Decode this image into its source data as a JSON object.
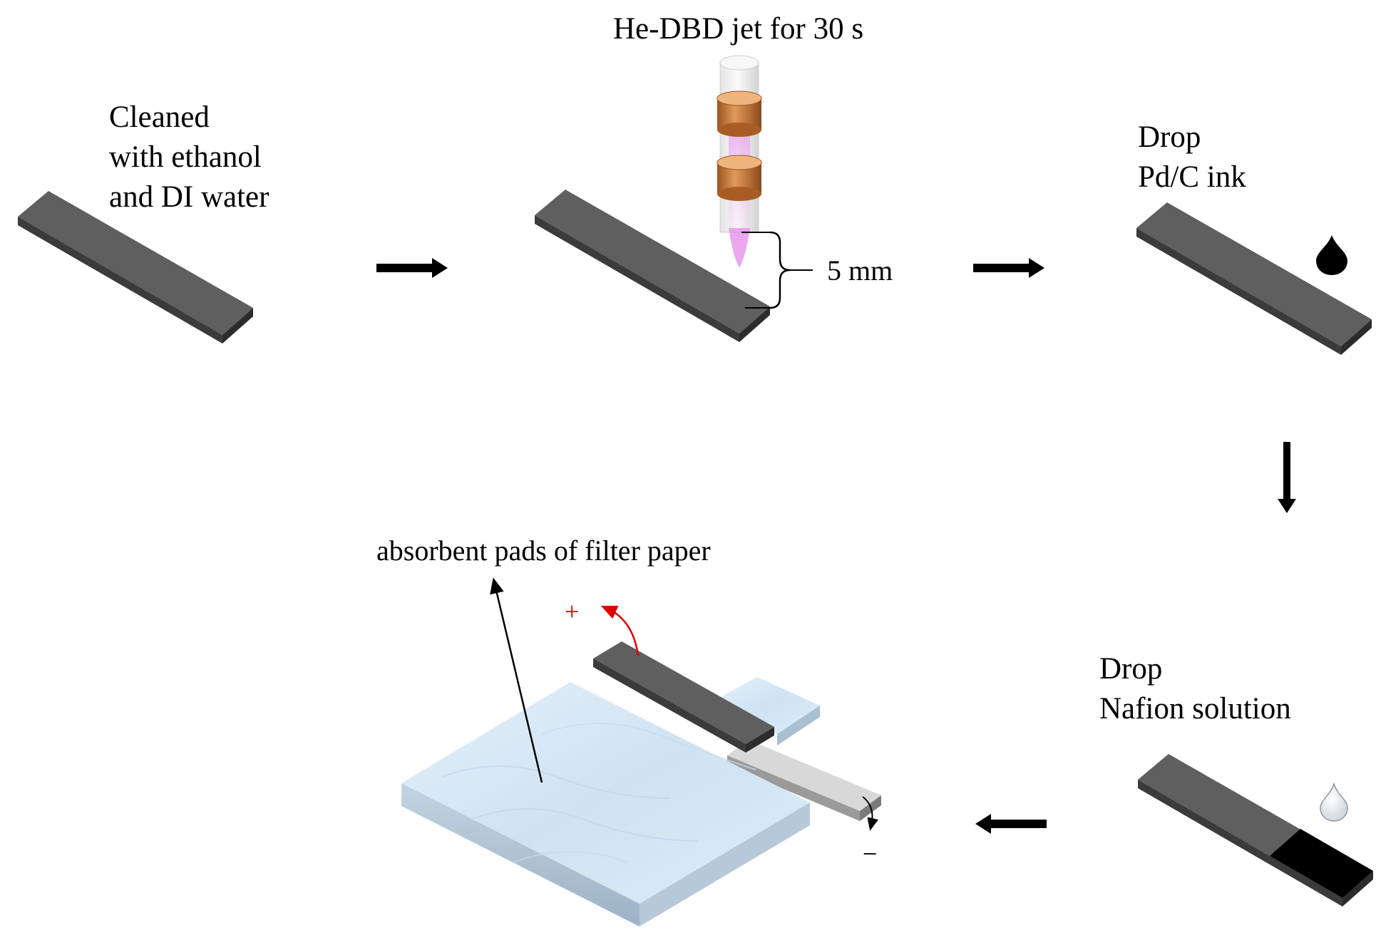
{
  "steps": {
    "clean": {
      "line1": "Cleaned",
      "line2": "with ethanol",
      "line3": "and DI water"
    },
    "plasma": {
      "title": "He-DBD jet for 30 s",
      "gap": "5 mm"
    },
    "ink": {
      "line1": "Drop",
      "line2": "Pd/C ink"
    },
    "nafion": {
      "line1": "Drop",
      "line2": "Nafion solution"
    },
    "device": {
      "pads_label": "absorbent pads of filter paper",
      "plus": "+",
      "minus": "−"
    }
  },
  "colors": {
    "strip_top": "#5f5f5f",
    "strip_side": "#3f3f3f",
    "strip_front": "#2e2e2e",
    "catalyst": "#000000",
    "electrode_copper": "#c8773a",
    "plasma_glow": "#e08ae6",
    "pad_top": "#d8e9f6",
    "pad_side": "#a9bfd2",
    "anode_arrow": "#e00000",
    "light_strip": "#d6d6d6"
  },
  "icons": {
    "ink_drop": "black-droplet-icon",
    "nafion_drop": "clear-droplet-icon",
    "flow_arrow": "process-arrow"
  }
}
